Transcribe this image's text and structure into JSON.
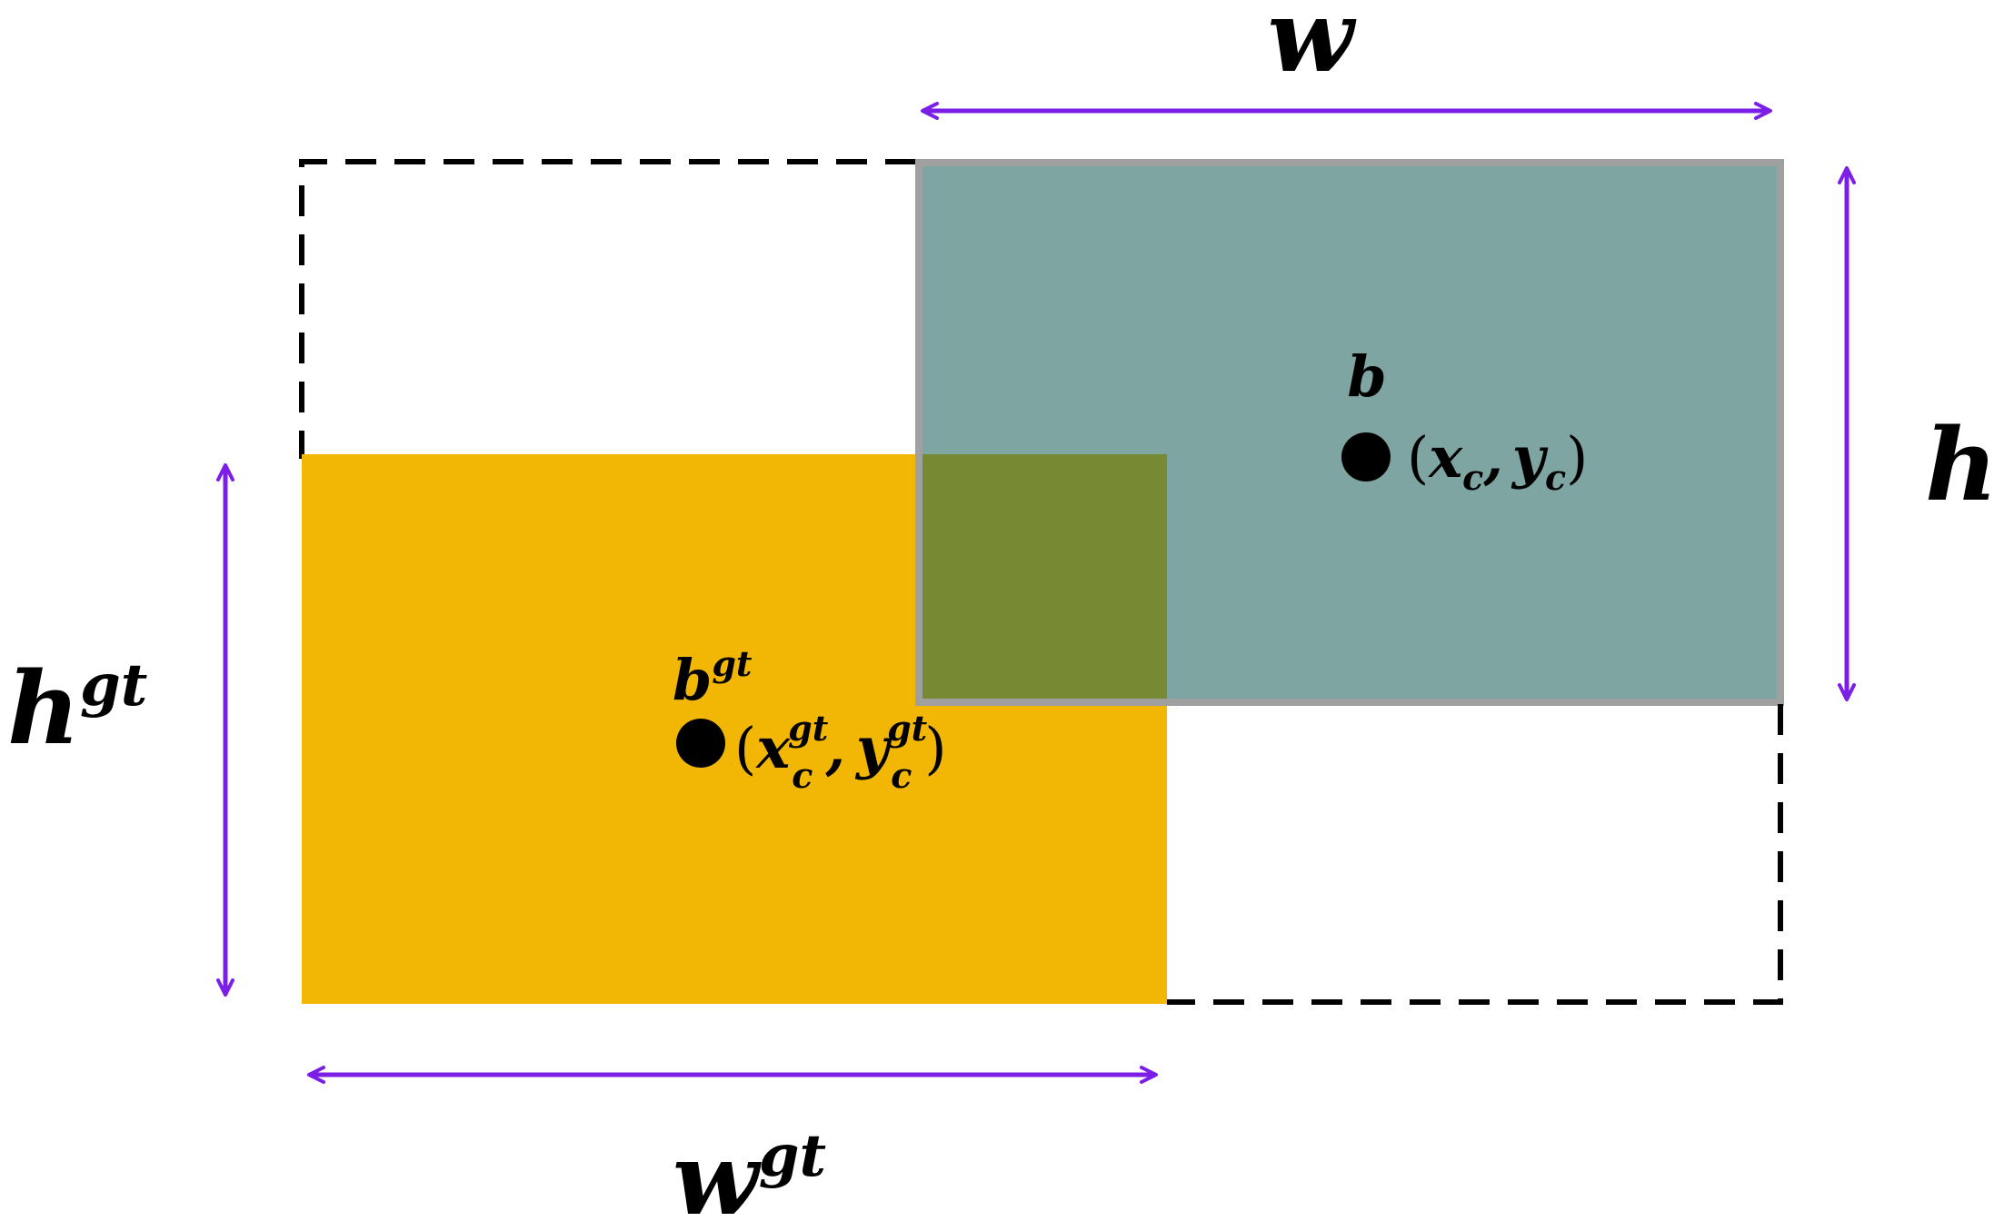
{
  "colors": {
    "gt_box": "#F2B705",
    "pred_box": "#5E8F8A",
    "pred_box_border": "#A0A0A0",
    "overlap": "#778933",
    "arrow": "#7B1FE6",
    "enclosing_box": "#000000"
  },
  "labels": {
    "w": "w",
    "h": "h",
    "w_gt_base": "w",
    "w_gt_sup": "gt",
    "h_gt_base": "h",
    "h_gt_sup": "gt",
    "b": "b",
    "b_gt_base": "b",
    "b_gt_sup": "gt"
  },
  "points": {
    "pred": {
      "open": "(",
      "x": "x",
      "x_sub": "c",
      "comma": ",",
      "y": "y",
      "y_sub": "c",
      "close": ")"
    },
    "gt": {
      "open": "(",
      "x": "x",
      "x_sup": "gt",
      "x_sub": "c",
      "comma": ",",
      "y": "y",
      "y_sup": "gt",
      "y_sub": "c",
      "close": ")"
    }
  }
}
